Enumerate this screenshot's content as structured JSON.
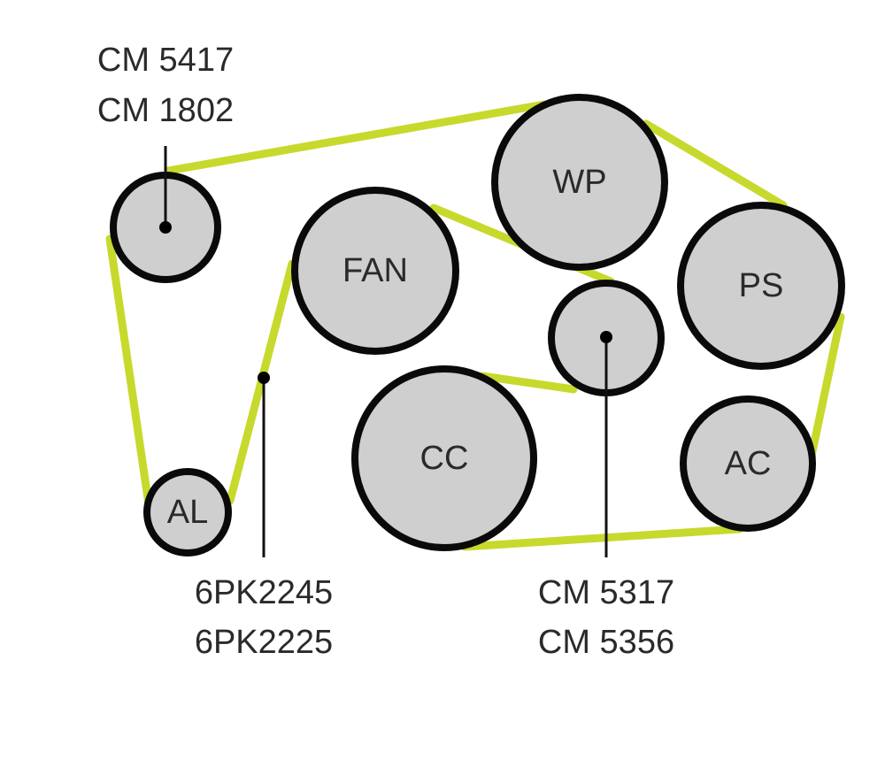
{
  "colors": {
    "belt": "#c7d92c",
    "pulley_fill": "#cfcfcf",
    "pulley_outline": "#0a0a0a",
    "text": "#2a2a2a",
    "background": "#ffffff"
  },
  "pulleys": {
    "idler_top": {
      "label": ""
    },
    "fan": {
      "label": "FAN"
    },
    "water_pump": {
      "label": "WP"
    },
    "power_steering": {
      "label": "PS"
    },
    "idler_center": {
      "label": ""
    },
    "crankshaft": {
      "label": "CC"
    },
    "air_conditioning": {
      "label": "AC"
    },
    "alternator": {
      "label": "AL"
    }
  },
  "callouts": {
    "idler_top": {
      "line1": "CM 5417",
      "line2": "CM 1802"
    },
    "belt": {
      "line1": "6PK2245",
      "line2": "6PK2225"
    },
    "idler_center": {
      "line1": "CM 5317",
      "line2": "CM 5356"
    }
  }
}
